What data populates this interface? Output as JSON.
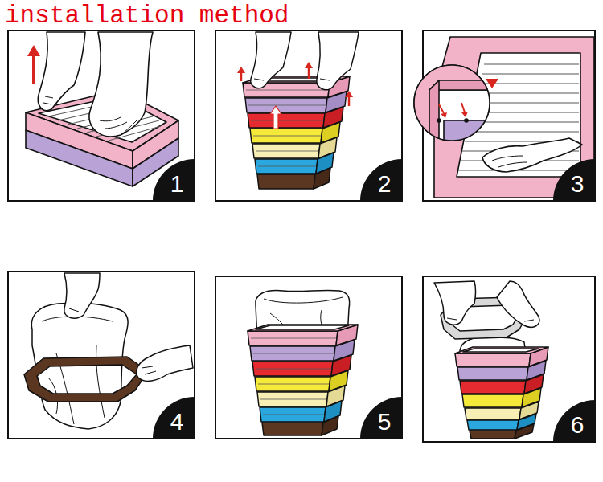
{
  "diagram": {
    "title": "installation method",
    "labels": [
      "1",
      "2",
      "3",
      "4",
      "5",
      "6"
    ]
  }
}
